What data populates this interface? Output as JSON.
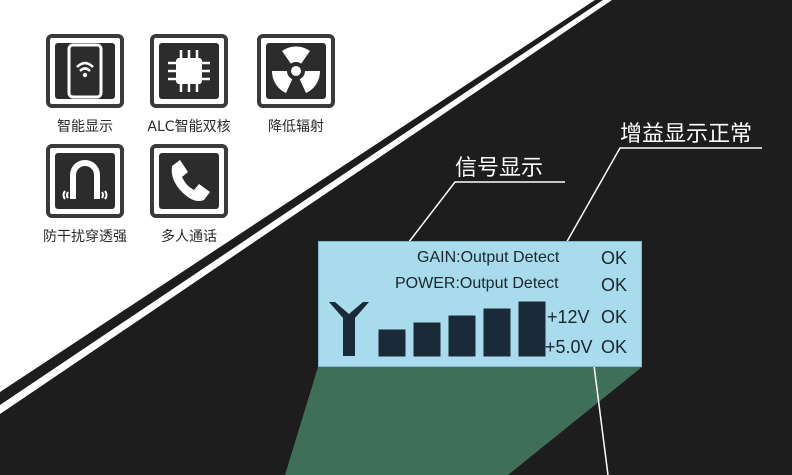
{
  "features": [
    {
      "label": "智能显示",
      "icon": "wifi-phone-icon"
    },
    {
      "label": "ALC智能双核",
      "icon": "chip-icon"
    },
    {
      "label": "降低辐射",
      "icon": "radiation-icon"
    },
    {
      "label": "防干扰穿透强",
      "icon": "magnet-icon"
    },
    {
      "label": "多人通话",
      "icon": "phone-icon"
    }
  ],
  "callouts": {
    "signal": "信号显示",
    "gain": "增益显示正常"
  },
  "lcd": {
    "rows": [
      {
        "label": "GAIN:Output Detect",
        "status": "OK"
      },
      {
        "label": "POWER:Output Detect",
        "status": "OK"
      },
      {
        "label": "+12V",
        "status": "OK"
      },
      {
        "label": "+5.0V",
        "status": "OK"
      }
    ],
    "signal_bars": 5,
    "signal_level": 5
  },
  "colors": {
    "lcd_bg": "#a8dcec",
    "lcd_dark": "#1a2a38",
    "beam": "#3f6f58",
    "dark_bg": "#1d1d1d"
  }
}
